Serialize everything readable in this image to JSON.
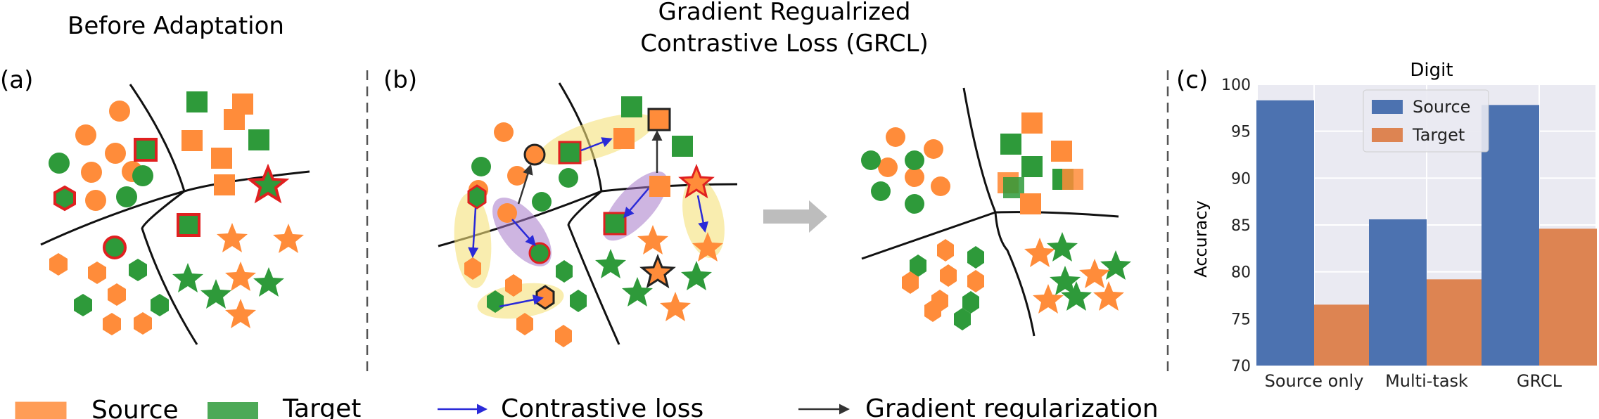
{
  "panel_a": {
    "label": "(a)",
    "title": "Before Adaptation"
  },
  "panel_b": {
    "label": "(b)",
    "title_line1": "Gradient Regualrized",
    "title_line2": "Contrastive Loss (GRCL)"
  },
  "panel_c": {
    "label": "(c)"
  },
  "legend": {
    "source": "Source",
    "target": "Target",
    "contrastive": "Contrastive loss",
    "gradient": "Gradient regularization"
  },
  "colors": {
    "source": "#FF8C3A",
    "target": "#2E9A3A",
    "highlight_border": "#E02020",
    "contrastive_arrow": "#2A2AD8",
    "gradient_arrow": "#333333",
    "yellow_halo": "#F6E27A",
    "purple_halo": "#A779C9",
    "bar_source": "#4C72B0",
    "bar_target": "#DD8452",
    "plot_bg": "#EAEAF2"
  },
  "chart_data": {
    "type": "bar",
    "title": "Digit",
    "xlabel": "",
    "ylabel": "Accuracy",
    "categories": [
      "Source only",
      "Multi-task",
      "GRCL"
    ],
    "series": [
      {
        "name": "Source",
        "values": [
          98.3,
          85.6,
          97.8
        ]
      },
      {
        "name": "Target",
        "values": [
          76.5,
          79.2,
          84.6
        ]
      }
    ],
    "ylim": [
      70,
      100
    ],
    "yticks": [
      70,
      75,
      80,
      85,
      90,
      95,
      100
    ],
    "grid": true,
    "legend_position": "top-center"
  }
}
